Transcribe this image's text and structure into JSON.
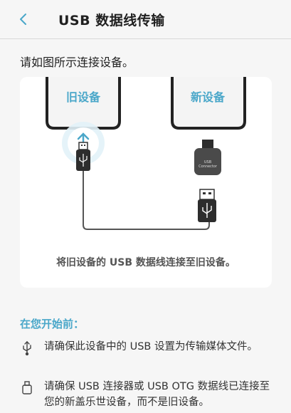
{
  "header": {
    "title": "USB 数据线传输",
    "back_icon": "chevron-left-icon"
  },
  "instruction": "请如图所示连接设备。",
  "illustration": {
    "old_device_label": "旧设备",
    "new_device_label": "新设备",
    "connector_line1": "USB",
    "connector_line2": "Connector",
    "caption": "将旧设备的 USB 数据线连接至旧设备。",
    "accent_color": "#4aa7c9"
  },
  "before_start": {
    "title": "在您开始前：",
    "tips": [
      {
        "icon": "usb-icon",
        "text": "请确保此设备中的 USB 设置为传输媒体文件。"
      },
      {
        "icon": "connector-icon",
        "text": "请确保 USB 连接器或 USB OTG 数据线已连接至您的新盖乐世设备，而不是旧设备。"
      }
    ]
  }
}
